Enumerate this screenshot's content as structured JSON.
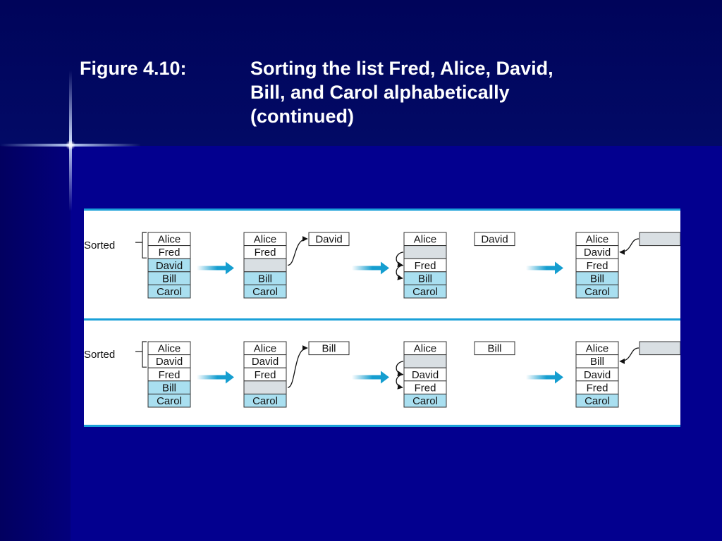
{
  "slide": {
    "figure_label": "Figure 4.10:",
    "title_lines": [
      "Sorting the list Fred, Alice, David,",
      "Bill, and Carol alphabetically",
      "(continued)"
    ]
  },
  "diagram": {
    "colors": {
      "unsorted_fill": "#a9dff0",
      "sorted_fill": "#ffffff",
      "empty_fill": "#d9dfe3",
      "arrow": "#159ed0",
      "rule": "#1aa0d8",
      "border": "#333333"
    },
    "rows": [
      {
        "sorted_label": "Sorted",
        "stages": [
          {
            "cells": [
              {
                "text": "Alice",
                "fill": "sorted"
              },
              {
                "text": "Fred",
                "fill": "sorted"
              },
              {
                "text": "David",
                "fill": "unsorted"
              },
              {
                "text": "Bill",
                "fill": "unsorted"
              },
              {
                "text": "Carol",
                "fill": "unsorted"
              }
            ]
          },
          {
            "cells": [
              {
                "text": "Alice",
                "fill": "sorted"
              },
              {
                "text": "Fred",
                "fill": "sorted"
              },
              {
                "text": "",
                "fill": "empty"
              },
              {
                "text": "Bill",
                "fill": "unsorted"
              },
              {
                "text": "Carol",
                "fill": "unsorted"
              }
            ],
            "side": {
              "text": "David",
              "fill": "sorted"
            }
          },
          {
            "cells": [
              {
                "text": "Alice",
                "fill": "sorted"
              },
              {
                "text": "",
                "fill": "empty"
              },
              {
                "text": "Fred",
                "fill": "sorted"
              },
              {
                "text": "Bill",
                "fill": "unsorted"
              },
              {
                "text": "Carol",
                "fill": "unsorted"
              }
            ],
            "side": {
              "text": "David",
              "fill": "sorted"
            }
          },
          {
            "cells": [
              {
                "text": "Alice",
                "fill": "sorted"
              },
              {
                "text": "David",
                "fill": "sorted"
              },
              {
                "text": "Fred",
                "fill": "sorted"
              },
              {
                "text": "Bill",
                "fill": "unsorted"
              },
              {
                "text": "Carol",
                "fill": "unsorted"
              }
            ],
            "side": {
              "text": "",
              "fill": "empty"
            }
          }
        ]
      },
      {
        "sorted_label": "Sorted",
        "stages": [
          {
            "cells": [
              {
                "text": "Alice",
                "fill": "sorted"
              },
              {
                "text": "David",
                "fill": "sorted"
              },
              {
                "text": "Fred",
                "fill": "sorted"
              },
              {
                "text": "Bill",
                "fill": "unsorted"
              },
              {
                "text": "Carol",
                "fill": "unsorted"
              }
            ]
          },
          {
            "cells": [
              {
                "text": "Alice",
                "fill": "sorted"
              },
              {
                "text": "David",
                "fill": "sorted"
              },
              {
                "text": "Fred",
                "fill": "sorted"
              },
              {
                "text": "",
                "fill": "empty"
              },
              {
                "text": "Carol",
                "fill": "unsorted"
              }
            ],
            "side": {
              "text": "Bill",
              "fill": "sorted"
            }
          },
          {
            "cells": [
              {
                "text": "Alice",
                "fill": "sorted"
              },
              {
                "text": "",
                "fill": "empty"
              },
              {
                "text": "David",
                "fill": "sorted"
              },
              {
                "text": "Fred",
                "fill": "sorted"
              },
              {
                "text": "Carol",
                "fill": "unsorted"
              }
            ],
            "side": {
              "text": "Bill",
              "fill": "sorted"
            }
          },
          {
            "cells": [
              {
                "text": "Alice",
                "fill": "sorted"
              },
              {
                "text": "Bill",
                "fill": "sorted"
              },
              {
                "text": "David",
                "fill": "sorted"
              },
              {
                "text": "Fred",
                "fill": "sorted"
              },
              {
                "text": "Carol",
                "fill": "unsorted"
              }
            ],
            "side": {
              "text": "",
              "fill": "empty"
            }
          }
        ]
      }
    ]
  }
}
